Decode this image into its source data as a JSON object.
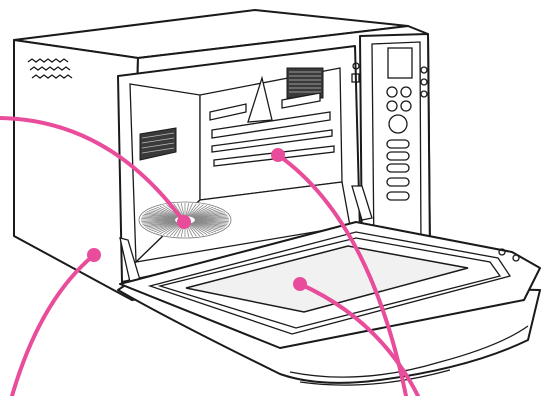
{
  "figure": {
    "subject": "microwave-oven-open-door",
    "callout_color": "#e94c9a",
    "callouts": [
      {
        "name": "turntable-callout"
      },
      {
        "name": "rear-wall-callout"
      },
      {
        "name": "side-panel-callout"
      },
      {
        "name": "door-glass-callout"
      }
    ]
  }
}
